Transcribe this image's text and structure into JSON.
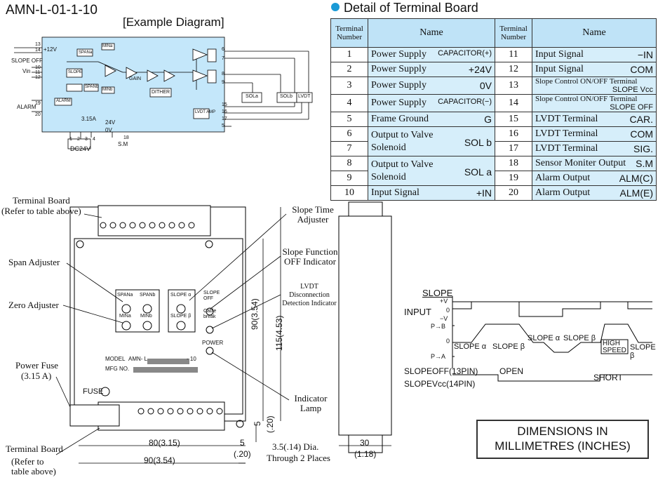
{
  "header": {
    "model": "AMN-L-01-1-10",
    "example_diagram": "[Example Diagram]",
    "detail_title": "Detail of Terminal Board"
  },
  "table": {
    "col_number": "Terminal Number",
    "col_name": "Name",
    "rows": [
      {
        "n": "1",
        "name": "Power Supply",
        "sig": "CAPACITOR(+)"
      },
      {
        "n": "2",
        "name": "Power Supply",
        "sig": "+24V"
      },
      {
        "n": "3",
        "name": "Power Supply",
        "sig": "0V"
      },
      {
        "n": "4",
        "name": "Power Supply",
        "sig": "CAPACITOR(−)"
      },
      {
        "n": "5",
        "name": "Frame Ground",
        "sig": "G"
      },
      {
        "n": "6",
        "name": "Output to Valve Solenoid",
        "sig": "SOL b"
      },
      {
        "n": "7",
        "name": "",
        "sig": ""
      },
      {
        "n": "8",
        "name": "Output to Valve Solenoid",
        "sig": "SOL a"
      },
      {
        "n": "9",
        "name": "",
        "sig": ""
      },
      {
        "n": "10",
        "name": "Input Signal",
        "sig": "+IN"
      }
    ],
    "rows2": [
      {
        "n": "11",
        "name": "Input Signal",
        "sig": "−IN"
      },
      {
        "n": "12",
        "name": "Input Signal",
        "sig": "COM"
      },
      {
        "n": "13",
        "name": "Slope Control ON/OFF Terminal",
        "sig": "SLOPE Vcc"
      },
      {
        "n": "14",
        "name": "Slope Control ON/OFF Terminal",
        "sig": "SLOPE OFF"
      },
      {
        "n": "15",
        "name": "LVDT Terminal",
        "sig": "CAR."
      },
      {
        "n": "16",
        "name": "LVDT Terminal",
        "sig": "COM"
      },
      {
        "n": "17",
        "name": "LVDT Terminal",
        "sig": "SIG."
      },
      {
        "n": "18",
        "name": "Sensor Moniter Output",
        "sig": "S.M"
      },
      {
        "n": "19",
        "name": "Alarm Output",
        "sig": "ALM(C)"
      },
      {
        "n": "20",
        "name": "Alarm Output",
        "sig": "ALM(E)"
      }
    ]
  },
  "labels": {
    "terminal_board_top": "Terminal Board",
    "refer_top": "(Refer to table above)",
    "span_adjuster": "Span Adjuster",
    "zero_adjuster": "Zero Adjuster",
    "power_fuse": "Power Fuse",
    "fuse_rating": "(3.15 A)",
    "terminal_board_bottom": "Terminal Board",
    "refer_bottom_1": "(Refer to",
    "refer_bottom_2": "table above)",
    "slope_time_1": "Slope Time",
    "slope_time_2": "Adjuster",
    "slope_func_1": "Slope Function",
    "slope_func_2": "OFF Indicator",
    "lvdt_disc_1": "LVDT Disconnection",
    "lvdt_disc_2": "Detection Indicator",
    "indicator_1": "Indicator",
    "indicator_2": "Lamp",
    "hole_1": "3.5(.14) Dia.",
    "hole_2": "Through 2 Places",
    "fuse": "FUSE",
    "model_row": "MODEL",
    "model_val": "AMN- L",
    "model_suffix": "- 10",
    "mfg": "MFG NO.",
    "power": "POWER",
    "slope_off": "SLOPE OFF",
    "cable_break": "Cable break",
    "spana": "SPANa",
    "spanb": "SPANb",
    "mina": "MINa",
    "minb": "MINb",
    "slope_alpha": "SLOPE α",
    "slope_beta": "SLOPE β"
  },
  "dimensions": {
    "w80": "80(3.15)",
    "w90": "90(3.54)",
    "w5": "5",
    "w5in": "(.20)",
    "h90": "90(3.54)",
    "h115": "115(4.53)",
    "h5": "5",
    "h5in": "(.20)",
    "side30": "30",
    "side30in": "(1.18)",
    "unit_1": "DIMENSIONS IN",
    "unit_2": "MILLIMETRES (INCHES)"
  },
  "slope": {
    "title": "SLOPE",
    "input": "INPUT",
    "pv": "+V",
    "zero": "0",
    "nv": "−V",
    "pb": "P→B",
    "pa": "P→A",
    "slope_a": "SLOPE α",
    "slope_b": "SLOPE β",
    "high_1": "HIGH",
    "high_2": "SPEED",
    "off13": "SLOPEOFF(13PIN)",
    "vcc14": "SLOPEVcc(14PIN)",
    "open": "OPEN",
    "short": "SHORT"
  },
  "circuit": {
    "v12": "+12V",
    "vin": "Vin",
    "slope_off": "SLOPE OFF",
    "alarm": "ALARM",
    "fuse": "3.15A",
    "v24": "24V",
    "v0": "0V",
    "dc24": "DC24V",
    "sm": "S.M",
    "gain": "GAIN",
    "dither": "DITHER",
    "sola": "SOLa",
    "solb": "SOLb",
    "lvdt": "LVDT",
    "lvdt_amp": "LVDT AMP",
    "alarm_box": "ALARM",
    "slope_box": "SLOPE",
    "span_a": "SPANa",
    "span_b": "SPANb",
    "min_a": "MINa",
    "min_b": "MINb",
    "pins_left": [
      "13",
      "14",
      "10",
      "11",
      "12",
      "19",
      "20"
    ],
    "pins_right": [
      "6",
      "7",
      "8",
      "9",
      "15",
      "16",
      "17",
      "5"
    ],
    "pins_bottom": [
      "1",
      "2",
      "3",
      "4",
      "18"
    ]
  },
  "colors": {
    "panel": "#c4e7fa",
    "table_head": "#bfe3f7",
    "table_row": "#d6eefa",
    "accent": "#1a9ad6"
  }
}
